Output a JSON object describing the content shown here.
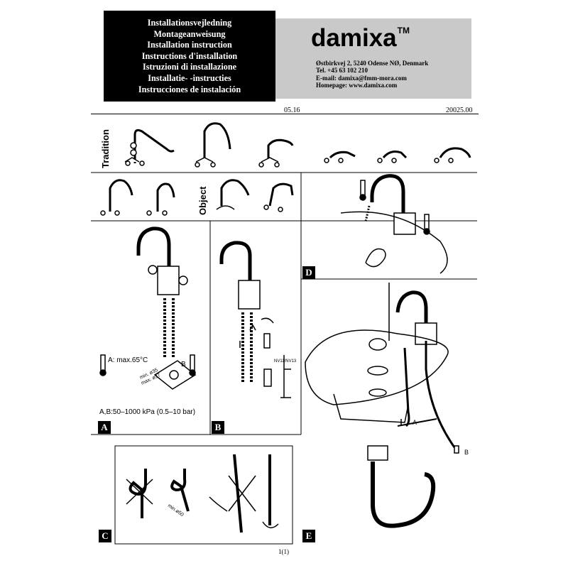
{
  "header": {
    "titles": [
      "Installationsvejledning",
      "Montageanweisung",
      "Installation instruction",
      "Instructions d'installation",
      "Istruzioni di installazione",
      "Installatie- -instructies",
      "Instrucciones de instalación"
    ],
    "brand": "damixa",
    "trademark": "TM",
    "address": "Østbirkvej 2, 5240 Odense NØ, Denmark",
    "tel": "Tel. +45 63 102 210",
    "email": "E-mail: damixa@fmm-mora.com",
    "homepage": "Homepage: www.damixa.com",
    "date": "05.16",
    "doc_number": "20025.00"
  },
  "series": {
    "tradition": "Tradition",
    "object": "Object"
  },
  "panel_a": {
    "label": "A",
    "temp_note": "A: max.65°C",
    "b_mark": "B",
    "min_dim": "min. ø35",
    "max_dim": "max. ø37",
    "pressure": "A,B:50–1000 kPa (0.5–10 bar)"
  },
  "panel_b": {
    "label": "B",
    "tool_note": "NV11/NV13"
  },
  "panel_c": {
    "label": "C",
    "bend_note": "min.ø50"
  },
  "panel_d": {
    "label": "D"
  },
  "panel_e": {
    "label": "E",
    "a_mark": "A",
    "b_mark": "B"
  },
  "footer": {
    "page": "1(1)"
  }
}
